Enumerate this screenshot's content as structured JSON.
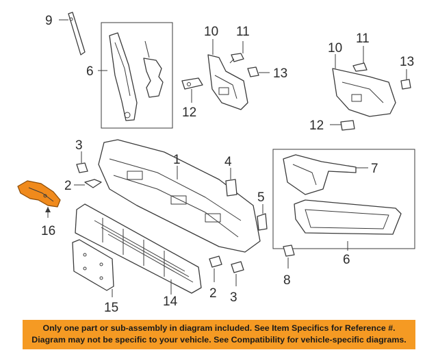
{
  "callouts": {
    "c1": "1",
    "c2a": "2",
    "c2b": "2",
    "c3a": "3",
    "c3b": "3",
    "c4": "4",
    "c5": "5",
    "c6a": "6",
    "c6b": "6",
    "c7": "7",
    "c8": "8",
    "c9": "9",
    "c10a": "10",
    "c10b": "10",
    "c11a": "11",
    "c11b": "11",
    "c12a": "12",
    "c12b": "12",
    "c13a": "13",
    "c13b": "13",
    "c14": "14",
    "c15": "15",
    "c16": "16"
  },
  "highlight_color": "#f08a1c",
  "notice": {
    "line1": "Only one part or sub-assembly in diagram included. See Item Specifics for Reference #.",
    "line2": "Diagram may not be specific to your vehicle. See Compatibility for vehicle-specific diagrams.",
    "background": "#f59a23"
  }
}
